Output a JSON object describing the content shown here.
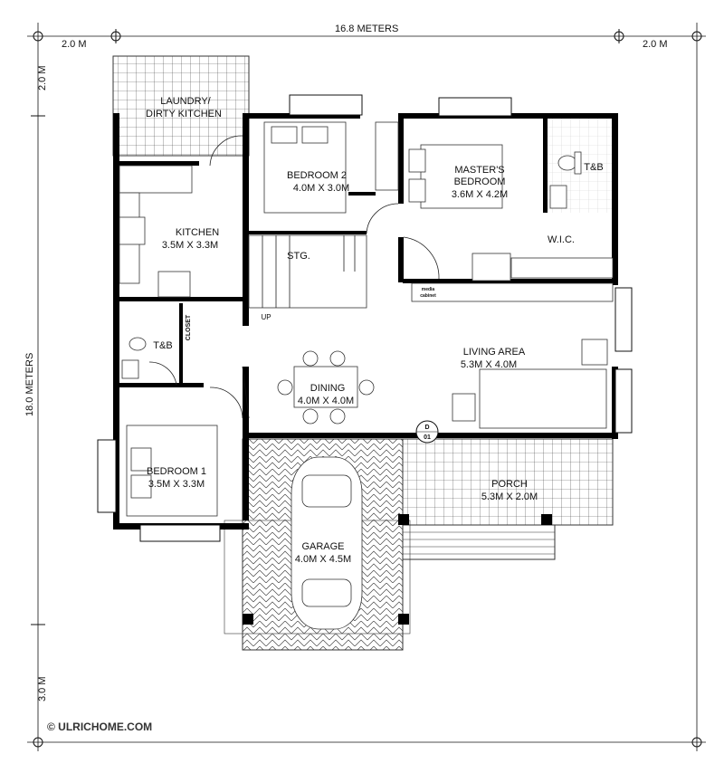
{
  "dimensions": {
    "top_overall": "16.8 METERS",
    "top_left_offset": "2.0 M",
    "top_right_offset": "2.0 M",
    "left_overall": "18.0 METERS",
    "left_top_offset": "2.0 M",
    "left_bottom_offset": "3.0 M"
  },
  "rooms": {
    "laundry": {
      "name_line1": "LAUNDRY/",
      "name_line2": "DIRTY KITCHEN"
    },
    "bedroom2": {
      "name": "BEDROOM 2",
      "size": "4.0M X 3.0M"
    },
    "master": {
      "name_line1": "MASTER'S",
      "name_line2": "BEDROOM",
      "size": "3.6M X 4.2M"
    },
    "tb_master": {
      "name": "T&B"
    },
    "wic": {
      "name": "W.I.C."
    },
    "kitchen": {
      "name": "KITCHEN",
      "size": "3.5M X 3.3M"
    },
    "stair": {
      "stg": "STG.",
      "up": "UP"
    },
    "media": {
      "line1": "media",
      "line2": "cabinet"
    },
    "tb_small": {
      "name": "T&B"
    },
    "closet": {
      "name": "CLOSET"
    },
    "living": {
      "name": "LIVING AREA",
      "size": "5.3M X 4.0M"
    },
    "dining": {
      "name": "DINING",
      "size": "4.0M X 4.0M"
    },
    "tag": {
      "top": "D",
      "bottom": "01"
    },
    "bedroom1": {
      "name": "BEDROOM 1",
      "size": "3.5M X 3.3M"
    },
    "porch": {
      "name": "PORCH",
      "size": "5.3M X 2.0M"
    },
    "garage": {
      "name": "GARAGE",
      "size": "4.0M X 4.5M"
    }
  },
  "copyright": "© ULRICHOME.COM"
}
